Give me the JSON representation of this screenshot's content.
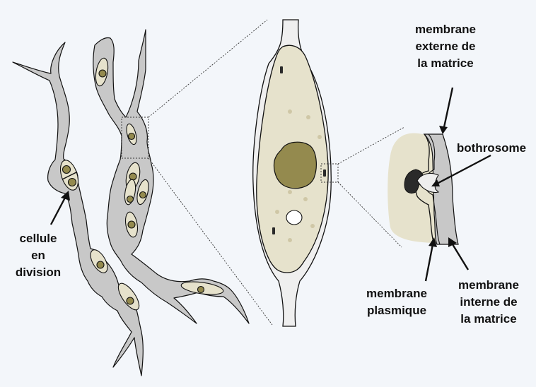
{
  "labels": {
    "division": [
      "cellule",
      "en",
      "division"
    ],
    "outer_membrane": [
      "membrane",
      "externe de",
      "la matrice"
    ],
    "bothrosome": [
      "bothrosome"
    ],
    "plasma_membrane": [
      "membrane",
      "plasmique"
    ],
    "inner_membrane": [
      "membrane",
      "interne de",
      "la matrice"
    ]
  },
  "colors": {
    "background": "#f3f6fa",
    "matrix": "#c8c8c8",
    "cell_body": "#e6e2cc",
    "nucleus": "#948a4e",
    "granule": "#cfc7a6",
    "lumen": "#eeeeee",
    "bothrosome": "#2a2a2a",
    "outline": "#111111"
  }
}
